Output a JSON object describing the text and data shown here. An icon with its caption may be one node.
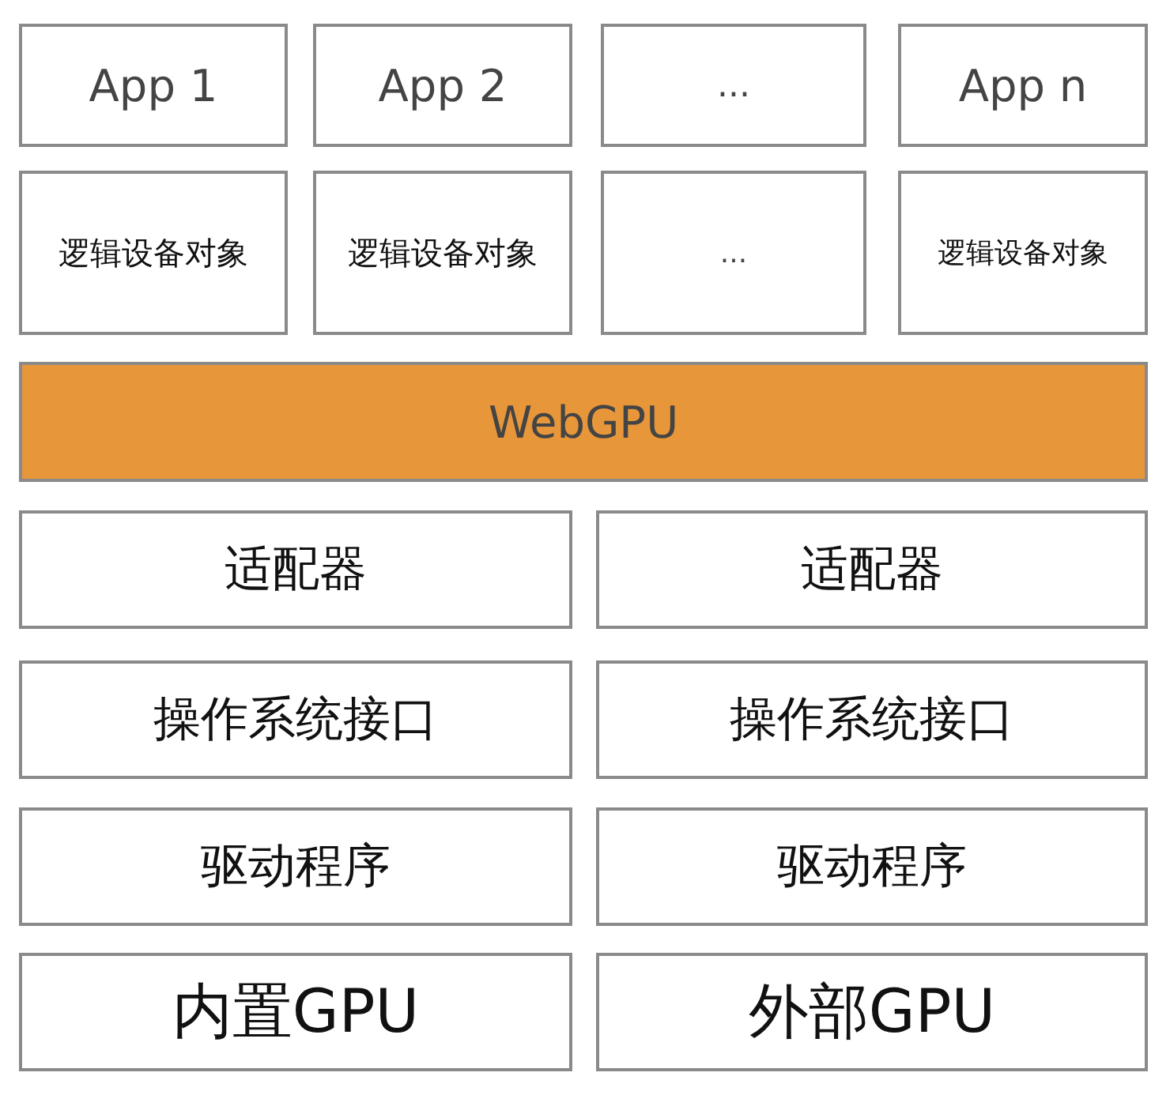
{
  "diagram": {
    "nodes": [
      {
        "text": [
          "App 1"
        ]
      },
      {
        "text": [
          "App 2"
        ]
      },
      {
        "text": [
          "..."
        ]
      },
      {
        "text": [
          "App n"
        ]
      },
      {
        "text": [
          "逻辑设备对象"
        ]
      },
      {
        "text": [
          "逻辑设备对象"
        ]
      },
      {
        "text": [
          "..."
        ]
      },
      {
        "text": [
          "逻辑设备对象"
        ]
      },
      {
        "text": [
          "WebGPU"
        ]
      },
      {
        "text": [
          "适配器"
        ]
      },
      {
        "text": [
          "适配器"
        ]
      },
      {
        "text": [
          "操作系统接口"
        ]
      },
      {
        "text": [
          "操作系统接口"
        ]
      },
      {
        "text": [
          "驱动程序"
        ]
      },
      {
        "text": [
          "驱动程序"
        ]
      },
      {
        "text": [
          "内置GPU"
        ]
      },
      {
        "text": [
          "外部GPU"
        ]
      }
    ]
  }
}
